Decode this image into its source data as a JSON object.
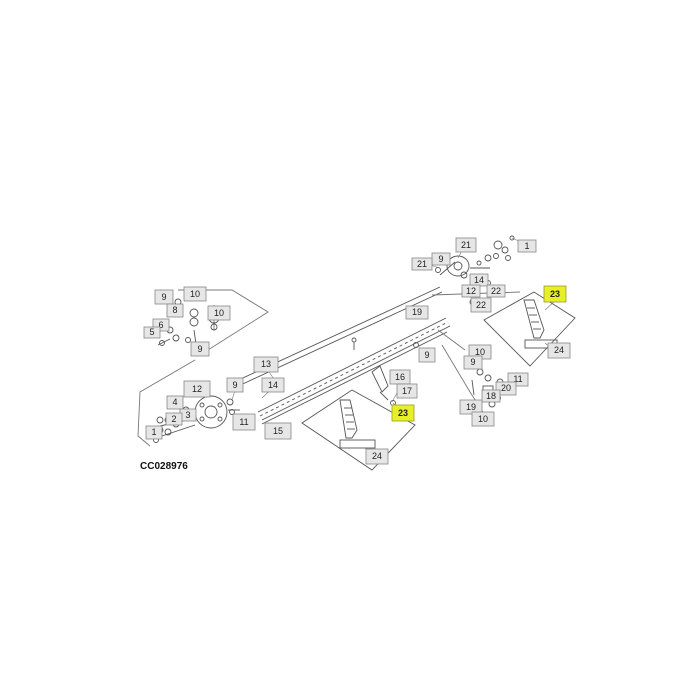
{
  "drawing_code": "CC028976",
  "colors": {
    "callout_fill": "#e6e6e6",
    "highlight_fill": "#e6ef2a",
    "line": "#555555"
  },
  "callouts": [
    {
      "id": "c-1-top",
      "label": "1"
    },
    {
      "id": "c-21-top",
      "label": "21"
    },
    {
      "id": "c-9-mid",
      "label": "9"
    },
    {
      "id": "c-21-left",
      "label": "21"
    },
    {
      "id": "c-14-top",
      "label": "14"
    },
    {
      "id": "c-12-top",
      "label": "12"
    },
    {
      "id": "c-22-a",
      "label": "22"
    },
    {
      "id": "c-22-b",
      "label": "22"
    },
    {
      "id": "c-23-right",
      "label": "23",
      "highlighted": true
    },
    {
      "id": "c-24-right",
      "label": "24"
    },
    {
      "id": "c-19-top",
      "label": "19"
    },
    {
      "id": "c-9-shaft",
      "label": "9"
    },
    {
      "id": "c-10-right",
      "label": "10"
    },
    {
      "id": "c-9-right",
      "label": "9"
    },
    {
      "id": "c-11-right",
      "label": "11"
    },
    {
      "id": "c-20-right",
      "label": "20"
    },
    {
      "id": "c-18-right",
      "label": "18"
    },
    {
      "id": "c-19-right",
      "label": "19"
    },
    {
      "id": "c-10-right-b",
      "label": "10"
    },
    {
      "id": "c-9-left",
      "label": "9"
    },
    {
      "id": "c-10-left-a",
      "label": "10"
    },
    {
      "id": "c-8-left",
      "label": "8"
    },
    {
      "id": "c-10-left-b",
      "label": "10"
    },
    {
      "id": "c-6-left",
      "label": "6"
    },
    {
      "id": "c-5-left",
      "label": "5"
    },
    {
      "id": "c-9-left-b",
      "label": "9"
    },
    {
      "id": "c-13",
      "label": "13"
    },
    {
      "id": "c-14-mid",
      "label": "14"
    },
    {
      "id": "c-12-left",
      "label": "12"
    },
    {
      "id": "c-9-hub",
      "label": "9"
    },
    {
      "id": "c-4",
      "label": "4"
    },
    {
      "id": "c-3",
      "label": "3"
    },
    {
      "id": "c-2",
      "label": "2"
    },
    {
      "id": "c-1-left",
      "label": "1"
    },
    {
      "id": "c-11-left",
      "label": "11"
    },
    {
      "id": "c-15",
      "label": "15"
    },
    {
      "id": "c-16",
      "label": "16"
    },
    {
      "id": "c-17",
      "label": "17"
    },
    {
      "id": "c-23-mid",
      "label": "23",
      "highlighted": true
    },
    {
      "id": "c-24-mid",
      "label": "24"
    }
  ]
}
